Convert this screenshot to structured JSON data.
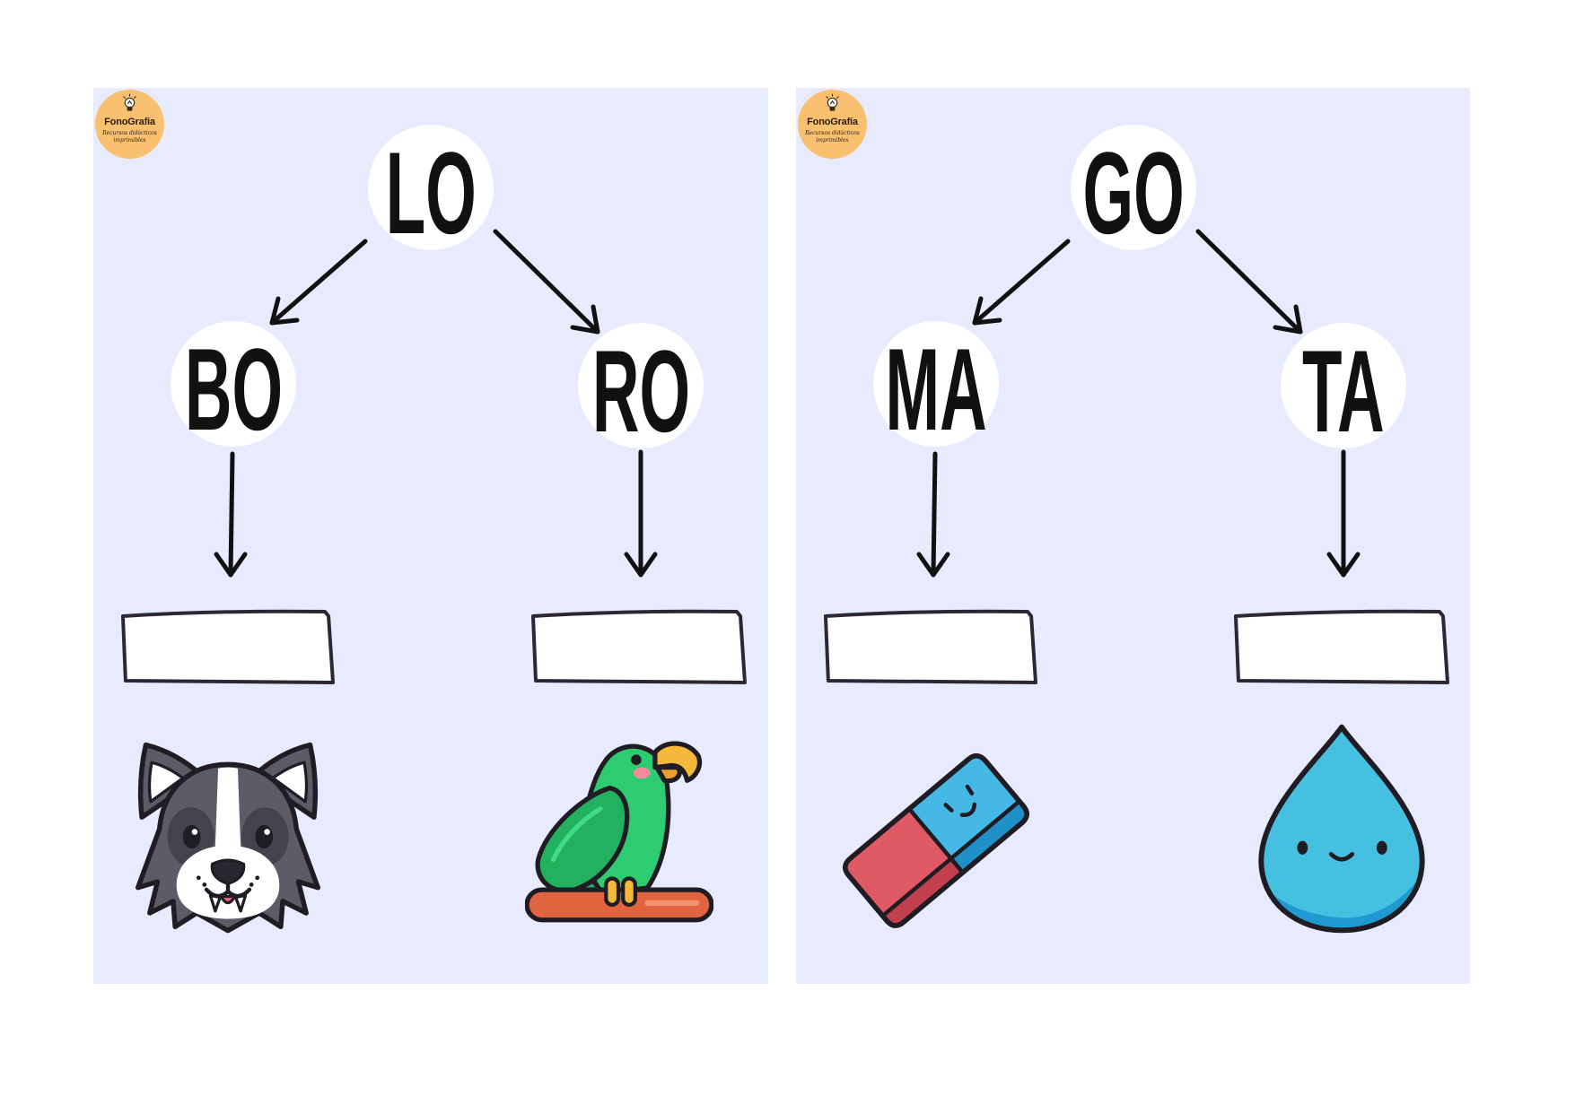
{
  "colors": {
    "card_background": "#e8eafd",
    "logo_background": "#f9c16f",
    "syllable_circle": "#ffffff",
    "ink": "#111111"
  },
  "cards": [
    {
      "logo": {
        "brand": "FonoGrafía",
        "tagline_line1": "Recursos didácticos",
        "tagline_line2": "imprimibles",
        "icon": "lightbulb-icon"
      },
      "top_syllable": "LO",
      "branches": [
        {
          "syllable": "BO",
          "picture": "wolf-icon"
        },
        {
          "syllable": "RO",
          "picture": "parrot-icon"
        }
      ]
    },
    {
      "logo": {
        "brand": "FonoGrafía",
        "tagline_line1": "Recursos didácticos",
        "tagline_line2": "imprimibles",
        "icon": "lightbulb-icon"
      },
      "top_syllable": "GO",
      "branches": [
        {
          "syllable": "MA",
          "picture": "eraser-icon"
        },
        {
          "syllable": "TA",
          "picture": "water-drop-icon"
        }
      ]
    }
  ]
}
